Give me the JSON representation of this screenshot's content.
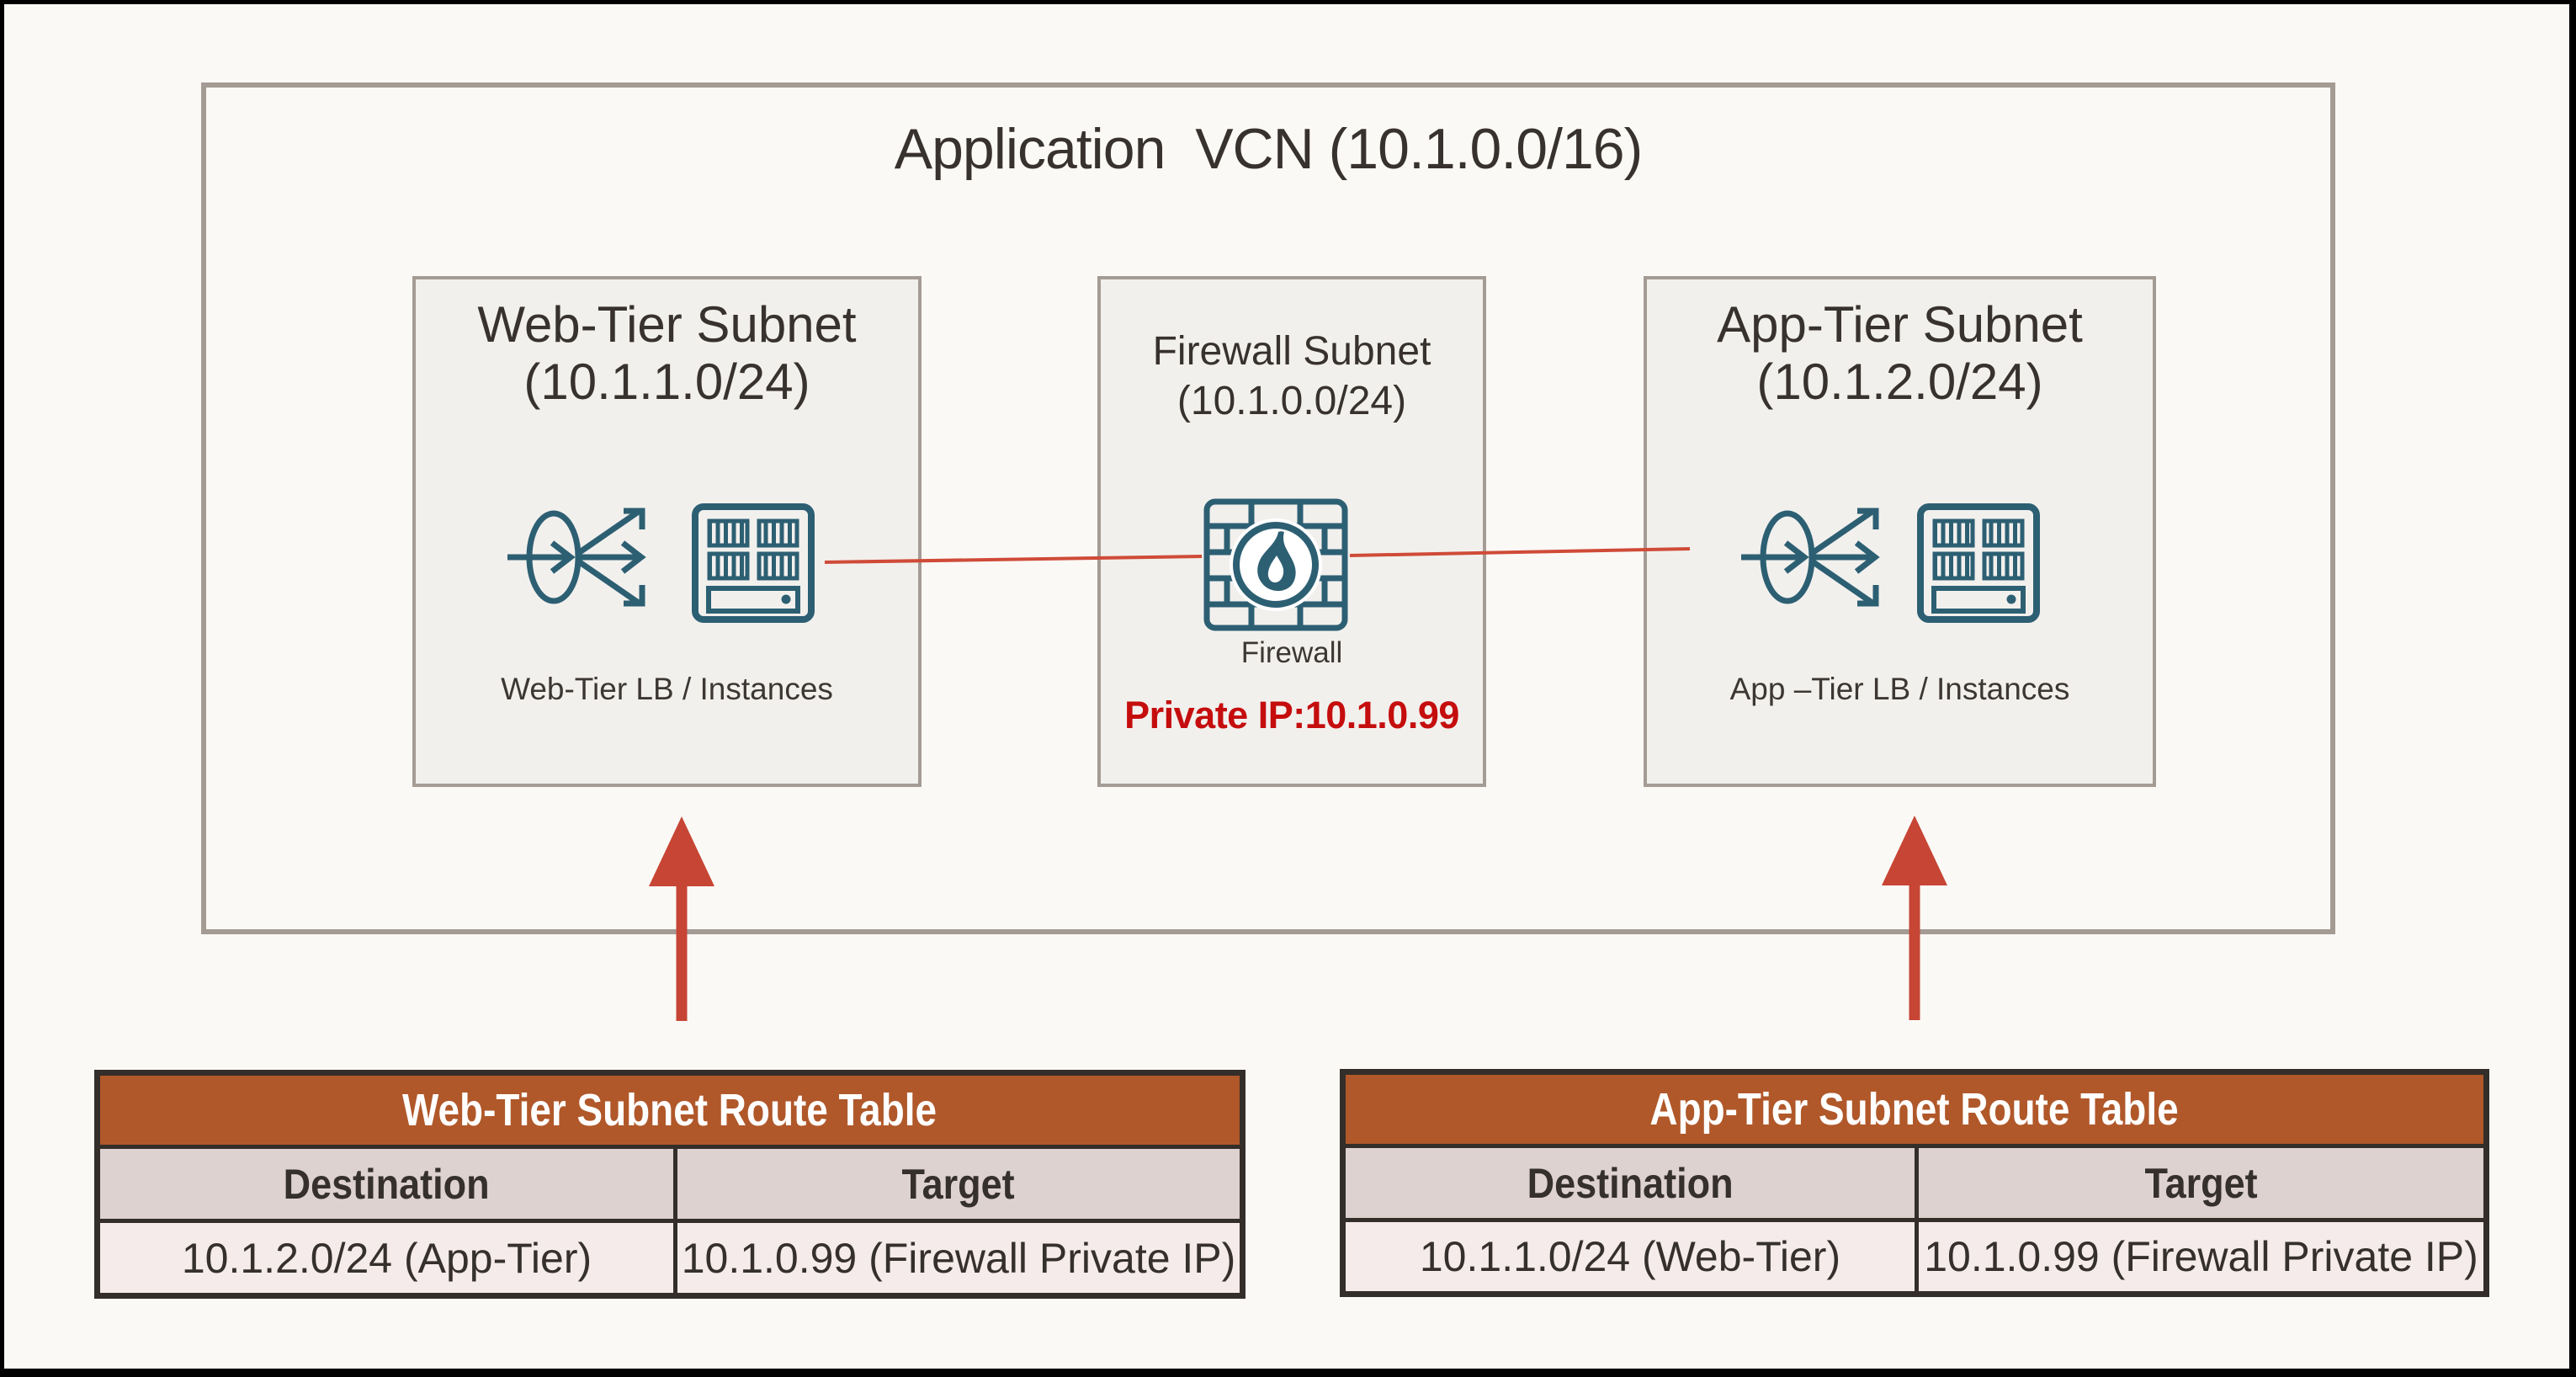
{
  "colors": {
    "background": "#fbf9f6",
    "frame": "#000000",
    "box_border": "#a49b94",
    "subnet_fill": "#f2f0ed",
    "icon_teal": "#2d5f73",
    "connector_red": "#cf4b38",
    "arrow_red": "#c64534",
    "ip_red": "#c50d0d",
    "text_dark": "#38322e",
    "table_header_bg": "#b0582a",
    "table_header_text": "#ffffff",
    "table_colhead_bg": "#ddd2cf",
    "table_row_bg": "#f4ebea",
    "table_border": "#332e29"
  },
  "vcn": {
    "title": "Application  VCN (10.1.0.0/16)"
  },
  "subnets": {
    "web": {
      "title": "Web-Tier Subnet",
      "cidr": "(10.1.1.0/24)",
      "label": "Web-Tier LB / Instances"
    },
    "firewall": {
      "title": "Firewall Subnet",
      "cidr": "(10.1.0.0/24)",
      "label": "Firewall",
      "private_ip": "Private IP:10.1.0.99"
    },
    "app": {
      "title": "App-Tier Subnet",
      "cidr": "(10.1.2.0/24)",
      "label": "App –Tier  LB / Instances"
    }
  },
  "icons": {
    "load_balancer": "load-balancer-icon",
    "server": "server-instances-icon",
    "firewall": "firewall-brick-flame-icon",
    "route_arrow": "red-up-arrow"
  },
  "tables": {
    "web": {
      "title": "Web-Tier Subnet Route Table",
      "columns": [
        "Destination",
        "Target"
      ],
      "rows": [
        [
          "10.1.2.0/24 (App-Tier)",
          "10.1.0.99 (Firewall Private IP)"
        ]
      ]
    },
    "app": {
      "title": "App-Tier Subnet Route Table",
      "columns": [
        "Destination",
        "Target"
      ],
      "rows": [
        [
          "10.1.1.0/24 (Web-Tier)",
          "10.1.0.99 (Firewall Private IP)"
        ]
      ]
    }
  }
}
